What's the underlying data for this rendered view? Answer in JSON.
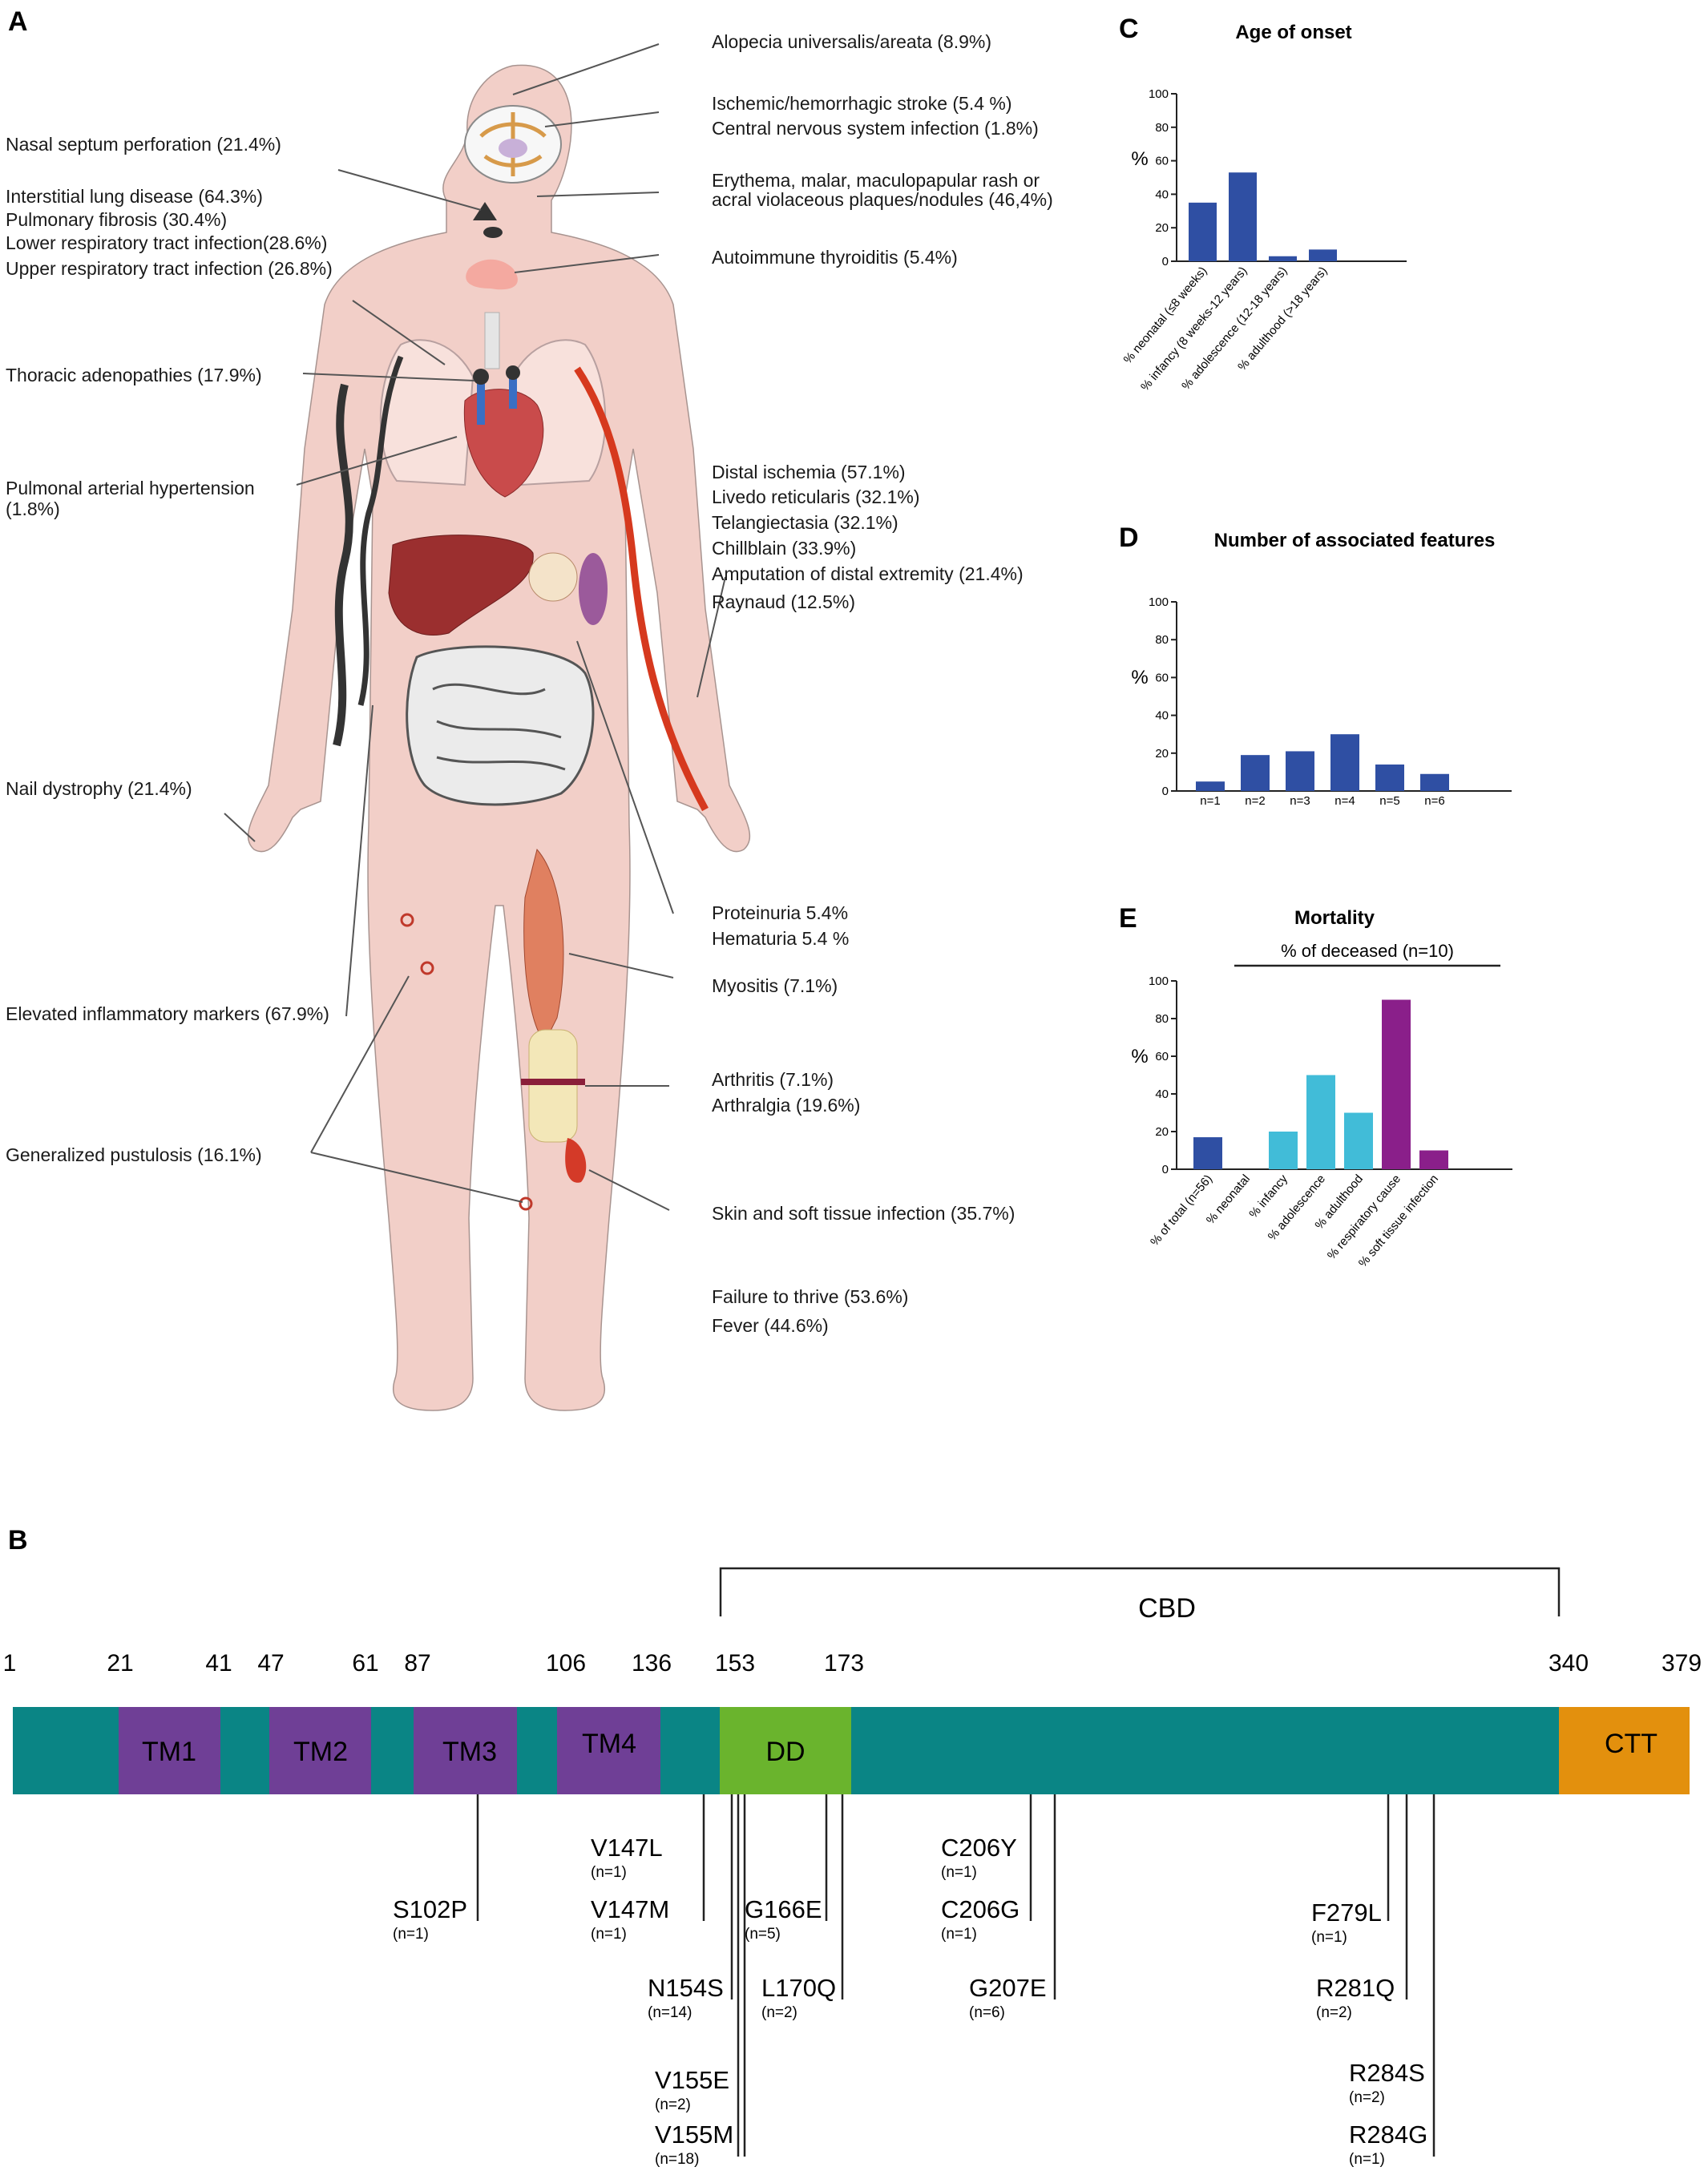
{
  "panels": {
    "A": "A",
    "B": "B",
    "C": "C",
    "D": "D",
    "E": "E"
  },
  "body_annotations": {
    "left": [
      {
        "lines": [
          "Nasal septum perforation (21.4%)"
        ]
      },
      {
        "lines": [
          "Interstitial lung disease (64.3%)",
          "Pulmonary fibrosis (30.4%)",
          "Lower respiratory tract infection(28.6%)",
          "Upper respiratory tract infection (26.8%)"
        ]
      },
      {
        "lines": [
          "Thoracic adenopathies (17.9%)"
        ]
      },
      {
        "lines": [
          "Pulmonal arterial hypertension",
          "(1.8%)"
        ]
      },
      {
        "lines": [
          "Nail dystrophy (21.4%)"
        ]
      },
      {
        "lines": [
          "Elevated inflammatory markers (67.9%)"
        ]
      },
      {
        "lines": [
          "Generalized pustulosis (16.1%)"
        ]
      }
    ],
    "right": [
      {
        "lines": [
          "Alopecia universalis/areata (8.9%)"
        ]
      },
      {
        "lines": [
          "Ischemic/hemorrhagic stroke (5.4 %)",
          "Central nervous system infection (1.8%)"
        ]
      },
      {
        "lines": [
          "Erythema, malar, maculopapular rash or",
          "acral violaceous plaques/nodules (46,4%)"
        ]
      },
      {
        "lines": [
          "Autoimmune thyroiditis (5.4%)"
        ]
      },
      {
        "lines": [
          "Distal ischemia (57.1%)",
          "Livedo reticularis (32.1%)",
          "Telangiectasia (32.1%)",
          "Chillblain (33.9%)",
          "Amputation of distal extremity (21.4%)",
          "Raynaud (12.5%)"
        ]
      },
      {
        "lines": [
          "Proteinuria 5.4%",
          "Hematuria 5.4 %"
        ]
      },
      {
        "lines": [
          "Myositis (7.1%)"
        ]
      },
      {
        "lines": [
          "Arthritis (7.1%)",
          "Arthralgia (19.6%)"
        ]
      },
      {
        "lines": [
          "Skin and soft tissue infection (35.7%)"
        ]
      },
      {
        "lines": [
          "Failure to thrive (53.6%)",
          "Fever (44.6%)"
        ]
      }
    ]
  },
  "chart_data": [
    {
      "type": "bar",
      "title": "Age of onset",
      "ylabel": "%",
      "ylim": [
        0,
        100
      ],
      "yticks": [
        0,
        20,
        40,
        60,
        80,
        100
      ],
      "categories": [
        "% neonatal (≤8 weeks)",
        "% infancy (8 weeks-12 years)",
        "% adolescence (12-18 years)",
        "% adulthood (>18 years)"
      ],
      "values": [
        35,
        53,
        3,
        7
      ],
      "colors": [
        "#2f4fa3",
        "#2f4fa3",
        "#2f4fa3",
        "#2f4fa3"
      ]
    },
    {
      "type": "bar",
      "title": "Number of associated features",
      "ylabel": "%",
      "ylim": [
        0,
        100
      ],
      "yticks": [
        0,
        20,
        40,
        60,
        80,
        100
      ],
      "categories": [
        "n=1",
        "n=2",
        "n=3",
        "n=4",
        "n=5",
        "n=6"
      ],
      "values": [
        5,
        19,
        21,
        30,
        14,
        9
      ],
      "colors": [
        "#2f4fa3",
        "#2f4fa3",
        "#2f4fa3",
        "#2f4fa3",
        "#2f4fa3",
        "#2f4fa3"
      ]
    },
    {
      "type": "bar",
      "title": "Mortality",
      "subtitle": "% of deceased (n=10)",
      "ylabel": "%",
      "ylim": [
        0,
        100
      ],
      "yticks": [
        0,
        20,
        40,
        60,
        80,
        100
      ],
      "categories": [
        "% of total (n=56)",
        "% neonatal",
        "% infancy",
        "% adolescence",
        "% adulthood",
        "% respiratory cause",
        "% soft tissue infection"
      ],
      "values": [
        17,
        0,
        20,
        50,
        30,
        90,
        10
      ],
      "colors": [
        "#2f4fa3",
        "#41bcd8",
        "#41bcd8",
        "#41bcd8",
        "#41bcd8",
        "#8a1f8a",
        "#8a1f8a"
      ]
    }
  ],
  "protein": {
    "length": 379,
    "bracket_label": "CBD",
    "positions": [
      "1",
      "21",
      "41",
      "47",
      "61",
      "87",
      "106",
      "136",
      "153",
      "173",
      "340",
      "379"
    ],
    "domains": [
      {
        "label": "TM1",
        "start": 21,
        "end": 41,
        "color": "#6f3f96"
      },
      {
        "label": "TM2",
        "start": 47,
        "end": 61,
        "color": "#6f3f96"
      },
      {
        "label": "TM3",
        "start": 87,
        "end": 106,
        "color": "#6f3f96"
      },
      {
        "label": "TM4",
        "start": 106,
        "end": 136,
        "color": "#6f3f96"
      },
      {
        "label": "DD",
        "start": 153,
        "end": 173,
        "color": "#6ab42d"
      },
      {
        "label": "CTT",
        "start": 340,
        "end": 379,
        "color": "#e3900d"
      }
    ],
    "backbone_color": "#0a8585",
    "mutations": [
      {
        "name": "S102P",
        "count": "(n=1)"
      },
      {
        "name": "V147L",
        "count": "(n=1)"
      },
      {
        "name": "V147M",
        "count": "(n=1)"
      },
      {
        "name": "N154S",
        "count": "(n=14)"
      },
      {
        "name": "V155E",
        "count": "(n=2)"
      },
      {
        "name": "V155M",
        "count": "(n=18)"
      },
      {
        "name": "G166E",
        "count": "(n=5)"
      },
      {
        "name": "L170Q",
        "count": "(n=2)"
      },
      {
        "name": "C206Y",
        "count": "(n=1)"
      },
      {
        "name": "C206G",
        "count": "(n=1)"
      },
      {
        "name": "G207E",
        "count": "(n=6)"
      },
      {
        "name": "F279L",
        "count": "(n=1)"
      },
      {
        "name": "R281Q",
        "count": "(n=2)"
      },
      {
        "name": "R284S",
        "count": "(n=2)"
      },
      {
        "name": "R284G",
        "count": "(n=1)"
      }
    ]
  }
}
